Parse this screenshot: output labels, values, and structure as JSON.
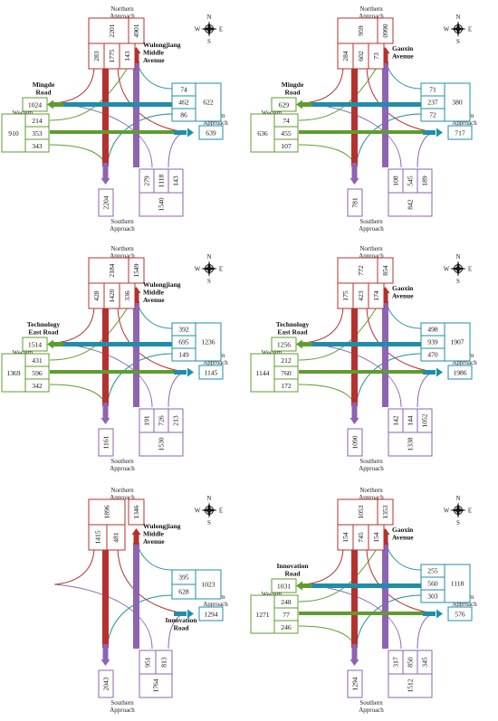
{
  "colors": {
    "north": "#b5312d",
    "south": "#8e63b1",
    "east": "#1f8ea8",
    "west": "#5f9c2f",
    "lines": "#333333"
  },
  "panels": [
    {
      "id": "p1",
      "road_ns": [
        "Wulongjiang",
        "Middle",
        "Avenue"
      ],
      "road_ew": [
        "Mingde",
        "Road"
      ],
      "north": {
        "out": "4901",
        "total": "2201",
        "turns": [
          "283",
          "1775",
          "143"
        ]
      },
      "south": {
        "out": "2204",
        "total": "1540",
        "turns": [
          "279",
          "1118",
          "143"
        ]
      },
      "east": {
        "out": "639",
        "total": "622",
        "turns": [
          "74",
          "462",
          "86"
        ]
      },
      "west": {
        "out": "1024",
        "total": "910",
        "turns": [
          "214",
          "353",
          "343"
        ]
      }
    },
    {
      "id": "p2",
      "road_ns": [
        "Gaoxin",
        "Avenue"
      ],
      "road_ew": [
        "Mingde",
        "Road"
      ],
      "north": {
        "out": "0990",
        "total": "959",
        "turns": [
          "284",
          "602",
          "73"
        ]
      },
      "south": {
        "out": "781",
        "total": "842",
        "turns": [
          "108",
          "545",
          "189"
        ]
      },
      "east": {
        "out": "717",
        "total": "380",
        "turns": [
          "71",
          "237",
          "72"
        ]
      },
      "west": {
        "out": "629",
        "total": "636",
        "turns": [
          "74",
          "455",
          "107"
        ]
      }
    },
    {
      "id": "p3",
      "road_ns": [
        "Wulongjiang",
        "Middle",
        "Avenue"
      ],
      "road_ew": [
        "Technology",
        "East Road"
      ],
      "north": {
        "out": "1549",
        "total": "2184",
        "turns": [
          "428",
          "1420",
          "336"
        ]
      },
      "south": {
        "out": "1161",
        "total": "1530",
        "turns": [
          "191",
          "726",
          "213"
        ]
      },
      "east": {
        "out": "1145",
        "total": "1236",
        "turns": [
          "392",
          "695",
          "149"
        ]
      },
      "west": {
        "out": "1514",
        "total": "1369",
        "turns": [
          "431",
          "596",
          "342"
        ]
      }
    },
    {
      "id": "p4",
      "road_ns": [
        "Gaoxin",
        "Avenue"
      ],
      "road_ew": [
        "Technology",
        "East Road"
      ],
      "north": {
        "out": "854",
        "total": "772",
        "turns": [
          "175",
          "423",
          "174"
        ]
      },
      "south": {
        "out": "1090",
        "total": "1338",
        "turns": [
          "142",
          "144",
          "1052"
        ]
      },
      "east": {
        "out": "1986",
        "total": "1907",
        "turns": [
          "498",
          "939",
          "470"
        ]
      },
      "west": {
        "out": "1256",
        "total": "1144",
        "turns": [
          "212",
          "760",
          "172"
        ]
      }
    },
    {
      "id": "p5",
      "road_ns": [
        "Wulongjiang",
        "Middle",
        "Avenue"
      ],
      "road_ew": [
        "Innovation",
        "Road"
      ],
      "north": {
        "out": "1346",
        "total": "1896",
        "turns": [
          "1415",
          "481"
        ]
      },
      "south": {
        "out": "2043",
        "total": "1764",
        "turns": [
          "951",
          "813"
        ]
      },
      "east": {
        "out": "1294",
        "total": "1023",
        "turns": [
          "395",
          "628"
        ]
      },
      "west": null
    },
    {
      "id": "p6",
      "road_ns": [
        "Gaoxin",
        "Avenue"
      ],
      "road_ew": [
        "Innovation",
        "Road"
      ],
      "north": {
        "out": "1353",
        "total": "1053",
        "turns": [
          "154",
          "745",
          "154"
        ]
      },
      "south": {
        "out": "1294",
        "total": "1512",
        "turns": [
          "317",
          "850",
          "345"
        ]
      },
      "east": {
        "out": "576",
        "total": "1118",
        "turns": [
          "255",
          "560",
          "303"
        ]
      },
      "west": {
        "out": "1031",
        "total": "1271",
        "turns": [
          "248",
          "77",
          "246"
        ]
      }
    }
  ],
  "labels": {
    "northern": [
      "Northern",
      "Approach"
    ],
    "southern": [
      "Southern",
      "Approach"
    ],
    "eastern": [
      "Eastern",
      "Approach"
    ],
    "western": [
      "Western",
      "Approach"
    ],
    "compass": [
      "N",
      "S",
      "E",
      "W"
    ]
  }
}
